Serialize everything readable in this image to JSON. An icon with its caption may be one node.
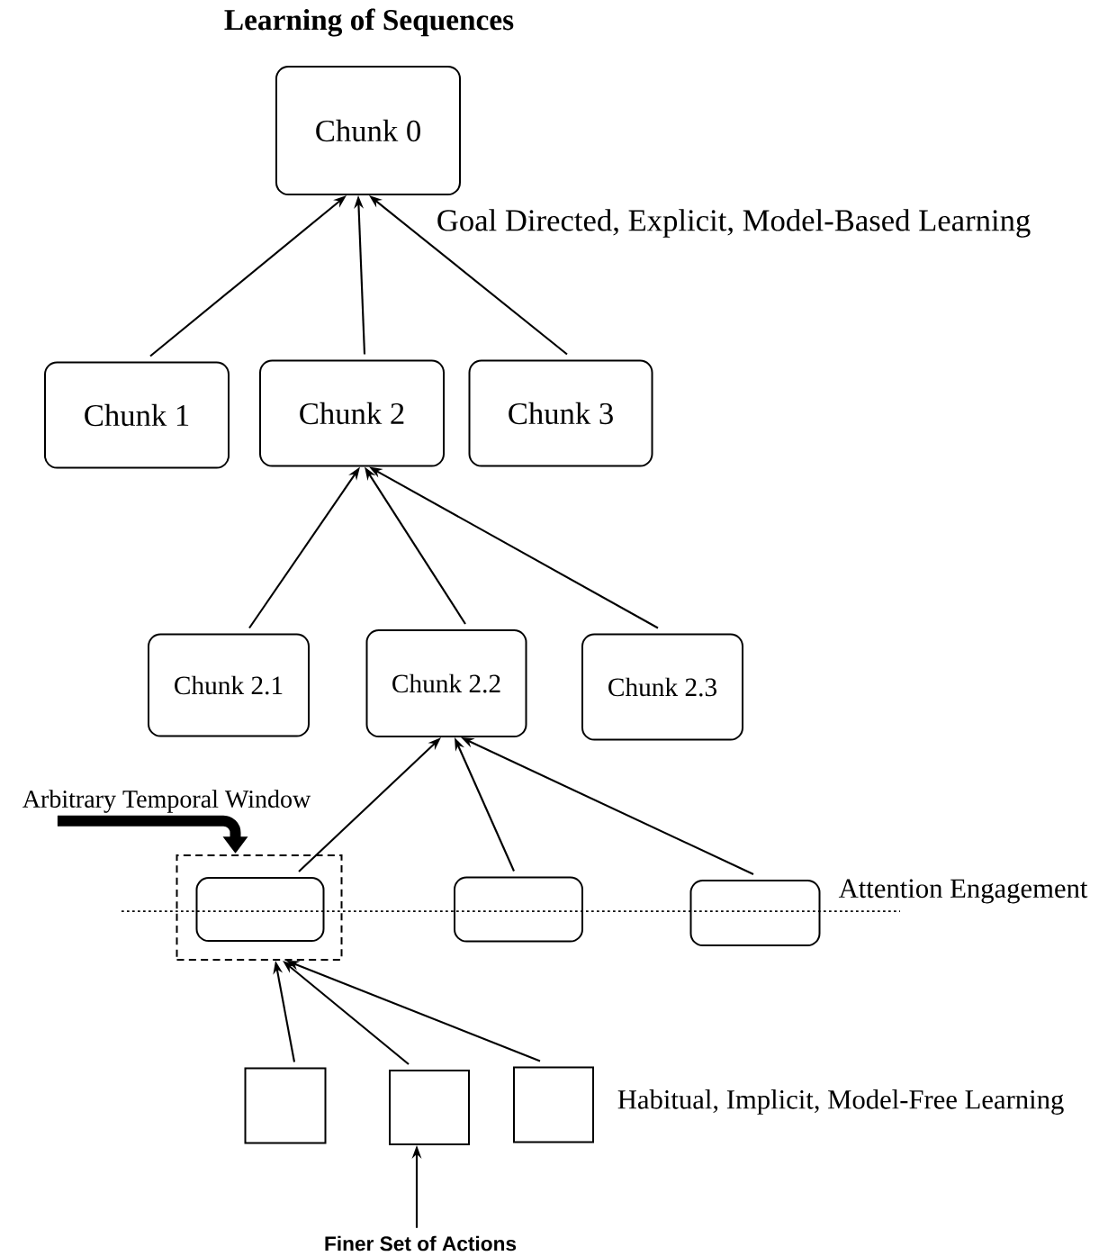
{
  "diagram": {
    "title": "Learning of Sequences",
    "nodes": [
      {
        "text": [
          "Chunk 0"
        ]
      },
      {
        "text": [
          "Chunk 1"
        ]
      },
      {
        "text": [
          "Chunk 2"
        ]
      },
      {
        "text": [
          "Chunk 3"
        ]
      },
      {
        "text": [
          "Chunk 2.1"
        ]
      },
      {
        "text": [
          "Chunk 2.2"
        ]
      },
      {
        "text": [
          "Chunk 2.3"
        ]
      },
      {
        "text": [],
        "shape": "box"
      },
      {
        "text": [],
        "shape": "box",
        "in": 7
      },
      {
        "text": [],
        "shape": "box"
      },
      {
        "text": [],
        "shape": "box"
      },
      {
        "text": [],
        "shape": "box"
      },
      {
        "text": [],
        "shape": "box"
      },
      {
        "text": [],
        "shape": "box"
      },
      {
        "text": [
          "Arbitrary Temporal Window"
        ]
      },
      {
        "text": [
          "Finer Set of Actions"
        ]
      }
    ],
    "edges": [
      {
        "from": 1,
        "to": 0,
        "arrow": "to"
      },
      {
        "from": 2,
        "to": 0,
        "arrow": "to"
      },
      {
        "from": 3,
        "to": 0,
        "arrow": "to"
      },
      {
        "from": 4,
        "to": 2,
        "arrow": "to"
      },
      {
        "from": 5,
        "to": 2,
        "arrow": "to"
      },
      {
        "from": 6,
        "to": 2,
        "arrow": "to"
      },
      {
        "from": 8,
        "to": 5,
        "arrow": "to"
      },
      {
        "from": 9,
        "to": 5,
        "arrow": "to"
      },
      {
        "from": 10,
        "to": 5,
        "arrow": "to"
      },
      {
        "from": 11,
        "to": 7,
        "arrow": "to"
      },
      {
        "from": 12,
        "to": 7,
        "arrow": "to"
      },
      {
        "from": 13,
        "to": 7,
        "arrow": "to"
      },
      {
        "from": 14,
        "to": 7,
        "arrow": "to",
        "style": "thick"
      },
      {
        "from": 15,
        "to": 12,
        "arrow": "to"
      }
    ],
    "labels": [
      "Goal Directed, Explicit, Model-Based Learning",
      "Attention Engagement",
      "Habitual, Implicit, Model-Free Learning"
    ]
  }
}
